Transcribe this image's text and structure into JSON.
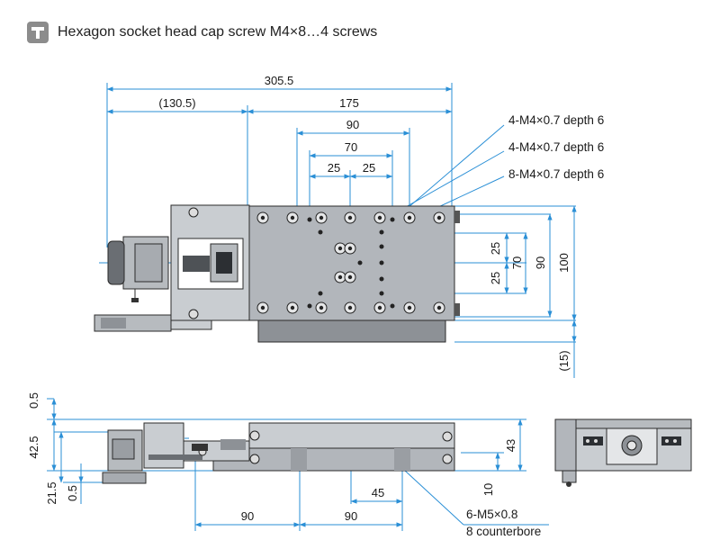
{
  "header": {
    "icon": "hex-wrench-icon",
    "text": "Hexagon socket head cap screw M4×8…4 screws"
  },
  "top_view": {
    "dims": {
      "overall": "305.5",
      "left": "(130.5)",
      "table": "175",
      "d90": "90",
      "d70": "70",
      "d25a": "25",
      "d25b": "25",
      "v25a": "25",
      "v25b": "25",
      "v70": "70",
      "v90": "90",
      "v100": "100",
      "v15": "(15)"
    },
    "callouts": [
      "4-M4×0.7 depth 6",
      "4-M4×0.7 depth 6",
      "8-M4×0.7 depth 6"
    ]
  },
  "side_view": {
    "dims": {
      "h05a": "0.5",
      "h425": "42.5",
      "h215": "21.5",
      "h05b": "0.5",
      "h43": "43",
      "h10": "10",
      "d45": "45",
      "d90a": "90",
      "d90b": "90"
    },
    "callout_line1": "6-M5×0.8",
    "callout_line2": "8 counterbore"
  },
  "colors": {
    "dimension": "#2a8fd6",
    "metal": "#9a9ea3",
    "plate": "#c9cdd1",
    "outline": "#2b2b2b",
    "icon_bg": "#8c8c8c"
  }
}
